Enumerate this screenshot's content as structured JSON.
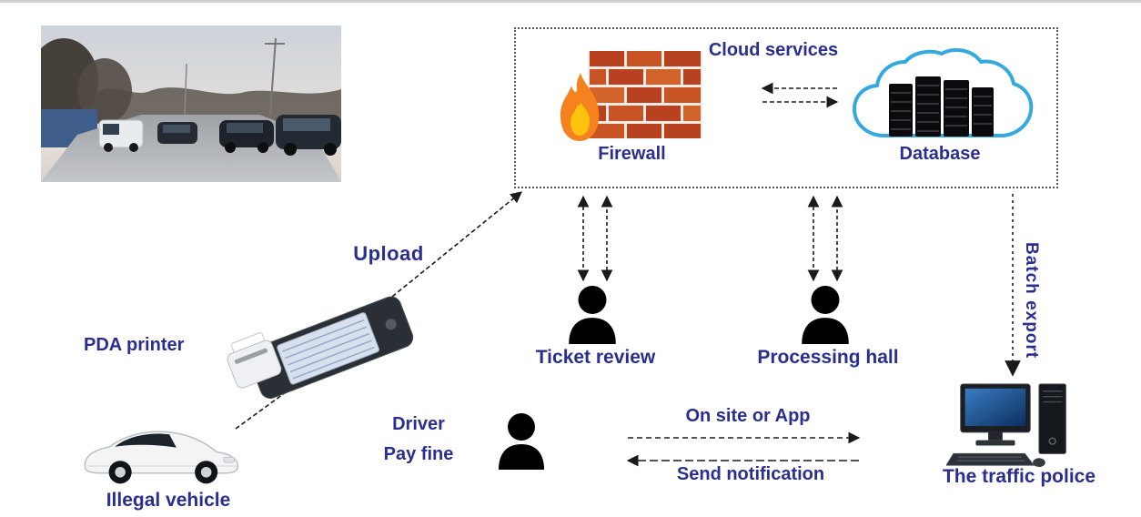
{
  "labels": {
    "cloud_services": "Cloud services",
    "firewall": "Firewall",
    "database": "Database",
    "upload": "Upload",
    "pda_printer": "PDA printer",
    "ticket_review": "Ticket review",
    "processing_hall": "Processing hall",
    "batch_export": "Batch export",
    "traffic_police": "The traffic police",
    "driver_line1": "Driver",
    "driver_line2": "Pay fine",
    "on_site": "On site or App",
    "send_notification": "Send notification",
    "illegal_vehicle": "Illegal vehicle"
  },
  "icons": {
    "street-photo": "roadside-parked-cars-photograph",
    "firewall-icon": "brick-wall-with-flame",
    "database-icon": "cloud-with-server-racks",
    "person-icon": "black-person-silhouette",
    "pda-printer-icon": "handheld-pos-printer-device",
    "traffic-police-computer-icon": "desktop-computer-with-tower",
    "illegal-vehicle-icon": "white-sports-car"
  },
  "colors": {
    "label_blue": "#2a2e8f",
    "arrow_black": "#1a1a1a",
    "cloud_blue": "#35a8e0",
    "brick_red": "#c04a24",
    "flame_orange": "#f5821f",
    "flame_yellow": "#ffc20e"
  }
}
